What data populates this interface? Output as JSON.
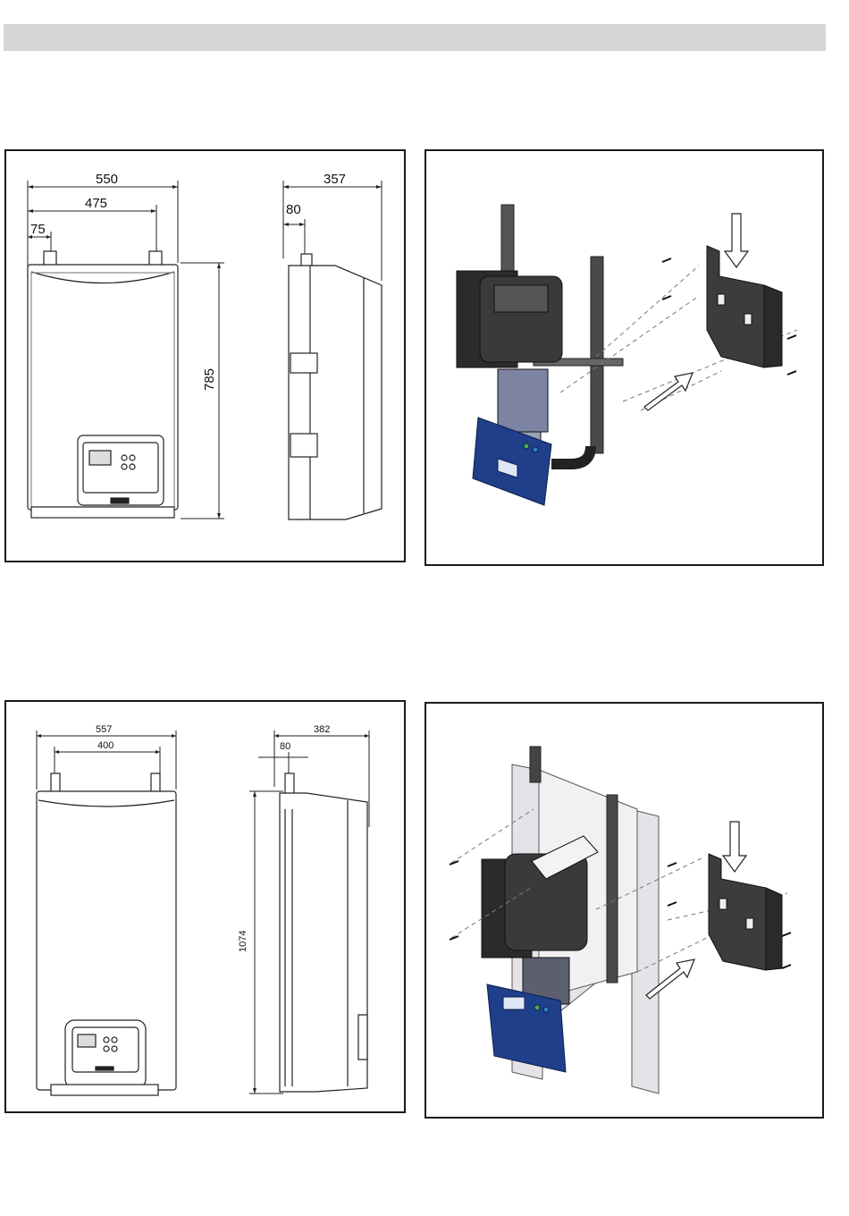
{
  "figures": [
    {
      "id": "fig1",
      "front_width": "550",
      "inlet_spacing": "475",
      "edge_offset": "75",
      "height": "785",
      "depth": "357",
      "inlet_depth": "80"
    },
    {
      "id": "fig2",
      "front_width": "557",
      "inlet_spacing": "400",
      "height": "1074",
      "depth": "382",
      "inlet_depth": "80"
    }
  ],
  "colors": {
    "header_bar": "#d5d5d5",
    "panel_border": "#1a1a1a",
    "control_box_blue": "#1f3f8a",
    "motor_dark": "#2a2a2a",
    "frame_light": "#e6e3e8"
  },
  "icons": [
    "down-arrow-icon",
    "diagonal-arrow-icon",
    "screw-icon"
  ]
}
